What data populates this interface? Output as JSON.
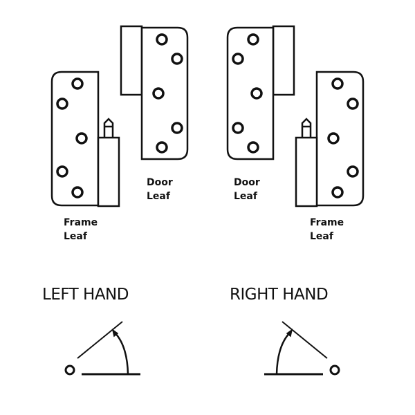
{
  "left": {
    "door_leaf_label": "Door\nLeaf",
    "frame_leaf_label": "Frame\nLeaf",
    "hand_label": "LEFT HAND"
  },
  "right": {
    "door_leaf_label": "Door\nLeaf",
    "frame_leaf_label": "Frame\nLeaf",
    "hand_label": "RIGHT HAND"
  },
  "colors": {
    "stroke": "#111111",
    "background": "#ffffff"
  }
}
